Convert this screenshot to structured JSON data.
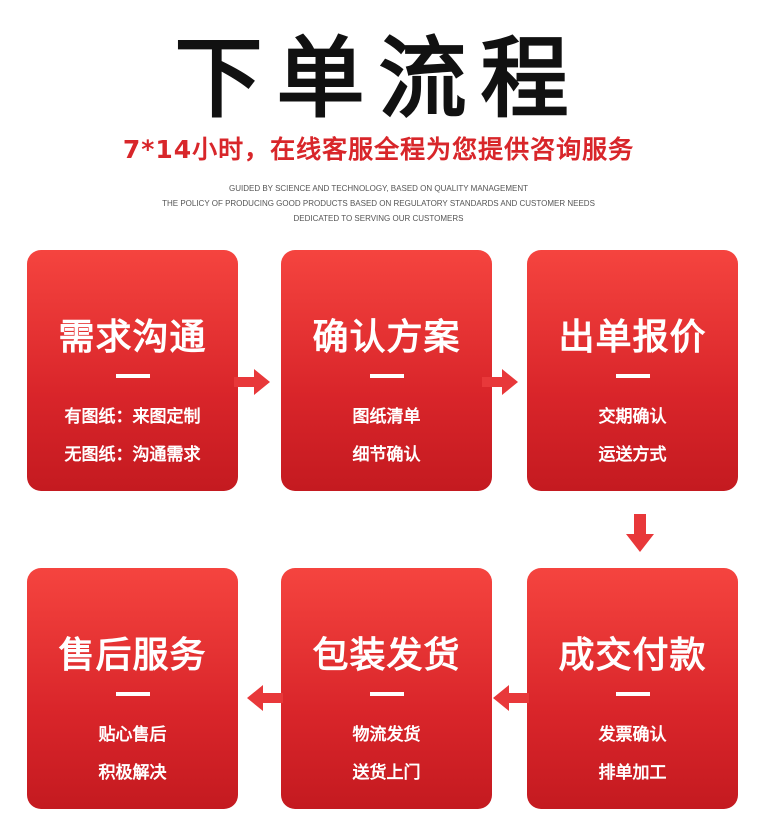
{
  "title": "下单流程",
  "subtitle": "7*14小时，在线客服全程为您提供咨询服务",
  "english_lines": [
    "GUIDED BY SCIENCE AND TECHNOLOGY, BASED ON QUALITY MANAGEMENT",
    "THE POLICY OF PRODUCING GOOD PRODUCTS BASED ON REGULATORY STANDARDS AND CUSTOMER NEEDS",
    "DEDICATED TO SERVING OUR CUSTOMERS"
  ],
  "steps": [
    {
      "title": "需求沟通",
      "lines": [
        "有图纸：来图定制",
        "无图纸：沟通需求"
      ]
    },
    {
      "title": "确认方案",
      "lines": [
        "图纸清单",
        "细节确认"
      ]
    },
    {
      "title": "出单报价",
      "lines": [
        "交期确认",
        "运送方式"
      ]
    },
    {
      "title": "成交付款",
      "lines": [
        "发票确认",
        "排单加工"
      ]
    },
    {
      "title": "包装发货",
      "lines": [
        "物流发货",
        "送货上门"
      ]
    },
    {
      "title": "售后服务",
      "lines": [
        "贴心售后",
        "积极解决"
      ]
    }
  ],
  "colors": {
    "accent": "#d8262a",
    "card_top": "#f5443f",
    "card_bottom": "#c41a20"
  }
}
